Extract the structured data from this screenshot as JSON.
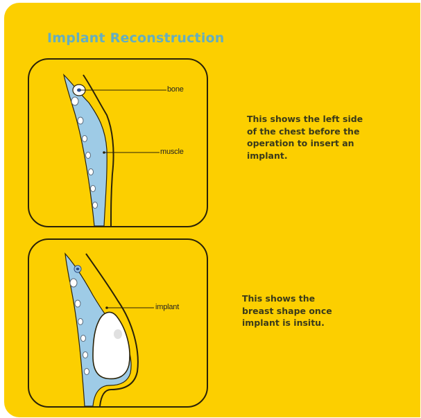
{
  "title": "Implant Reconstruction",
  "panels": [
    {
      "labels": {
        "bone": "bone",
        "muscle": "muscle"
      },
      "caption": "This shows the left side\nof the chest before the\noperation to insert an\nimplant."
    },
    {
      "labels": {
        "implant": "implant"
      },
      "caption": "This shows the\nbreast shape once\nimplant is insitu."
    }
  ],
  "colors": {
    "background": "#fccf00",
    "title": "#64aec0",
    "tissue_blue": "#9ecbe6",
    "implant_white": "#ffffff",
    "outline": "#2a2208"
  }
}
